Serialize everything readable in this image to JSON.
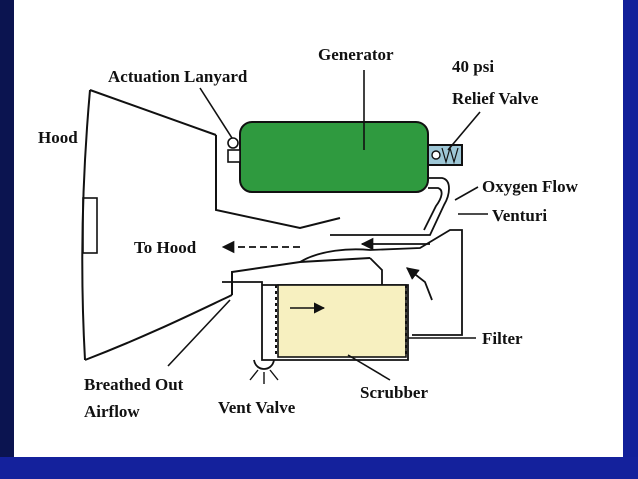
{
  "labels": {
    "generator": "Generator",
    "actuation_lanyard": "Actuation Lanyard",
    "relief_valve_line1": "40 psi",
    "relief_valve_line2": "Relief Valve",
    "hood": "Hood",
    "oxygen_flow": "Oxygen Flow",
    "venturi": "Venturi",
    "to_hood": "To Hood",
    "filter": "Filter",
    "breathed_out_line1": "Breathed Out",
    "breathed_out_line2": "Airflow",
    "vent_valve": "Vent Valve",
    "scrubber": "Scrubber"
  },
  "colors": {
    "frame_dark": "#0b1450",
    "frame_blue": "#14219c",
    "generator_fill": "#2f9a3f",
    "scrubber_fill": "#f7f0c0",
    "relief_valve_fill": "#9ec7d6",
    "line": "#111111"
  }
}
